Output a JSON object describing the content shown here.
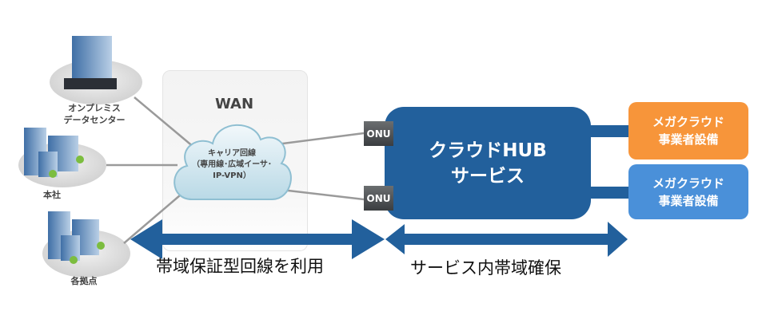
{
  "wan": {
    "title": "WAN",
    "cloud_lines": [
      "キャリア回線",
      "（専用線･広域イーサ･",
      "IP-VPN）"
    ]
  },
  "sites": {
    "datacenter": [
      "オンプレミス",
      "データセンター"
    ],
    "headquarters": "本社",
    "branches": "各拠点"
  },
  "onu": [
    "ONU",
    "ONU"
  ],
  "hub": {
    "lines": [
      "クラウドHUB",
      "サービス"
    ],
    "color": "#22609c"
  },
  "mega_cloud": [
    {
      "lines": [
        "メガクラウド",
        "事業者設備"
      ],
      "color": "#f7953a"
    },
    {
      "lines": [
        "メガクラウド",
        "事業者設備"
      ],
      "color": "#4a90d9"
    }
  ],
  "captions": {
    "left": "帯域保証型回線を利用",
    "right": "サービス内帯域確保"
  }
}
